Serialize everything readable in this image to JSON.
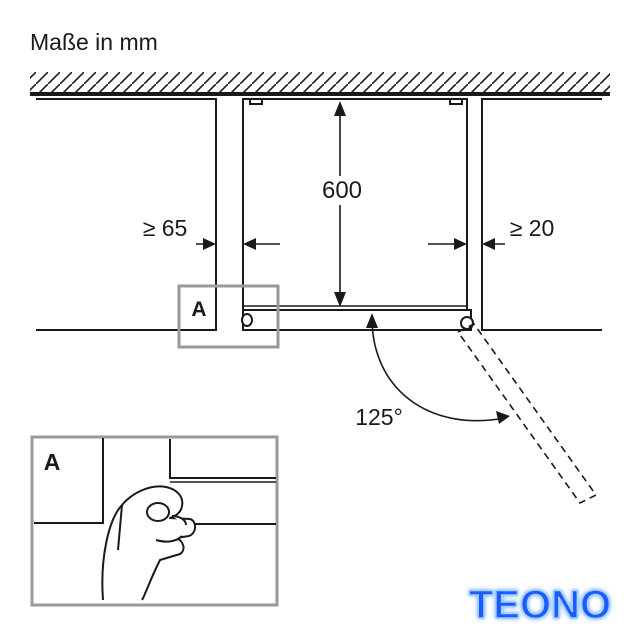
{
  "title": "Maße in mm",
  "dimensions": {
    "height": "600",
    "left_clearance": "≥ 65",
    "right_clearance": "≥ 20",
    "opening_angle": "125°"
  },
  "detail_label": "A",
  "detail_inset_label": "A",
  "watermark": "TEONO",
  "colors": {
    "line": "#1a1a1a",
    "detail_box": "#9a9a9a",
    "logo_fill": "#1e5bff",
    "logo_glow": "#9fd0ff"
  }
}
